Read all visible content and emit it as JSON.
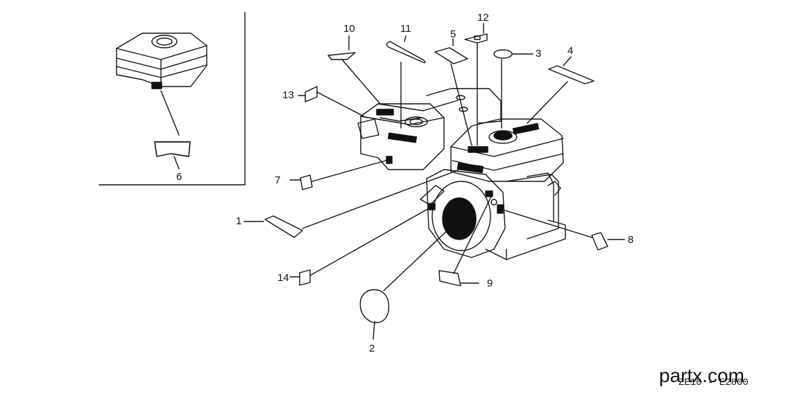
{
  "diagram": {
    "watermark": "partx.com",
    "ref_code": "ZE10 - E2800",
    "callouts": [
      {
        "id": "p1",
        "label": "1"
      },
      {
        "id": "p2",
        "label": "2"
      },
      {
        "id": "p3",
        "label": "3"
      },
      {
        "id": "p4",
        "label": "4"
      },
      {
        "id": "p5",
        "label": "5"
      },
      {
        "id": "p6",
        "label": "6"
      },
      {
        "id": "p7",
        "label": "7"
      },
      {
        "id": "p8",
        "label": "8"
      },
      {
        "id": "p9",
        "label": "9"
      },
      {
        "id": "p10",
        "label": "10"
      },
      {
        "id": "p11",
        "label": "11"
      },
      {
        "id": "p12",
        "label": "12"
      },
      {
        "id": "p13",
        "label": "13"
      },
      {
        "id": "p14",
        "label": "14"
      }
    ]
  },
  "colors": {
    "ink": "#111111",
    "paper": "#ffffff"
  }
}
